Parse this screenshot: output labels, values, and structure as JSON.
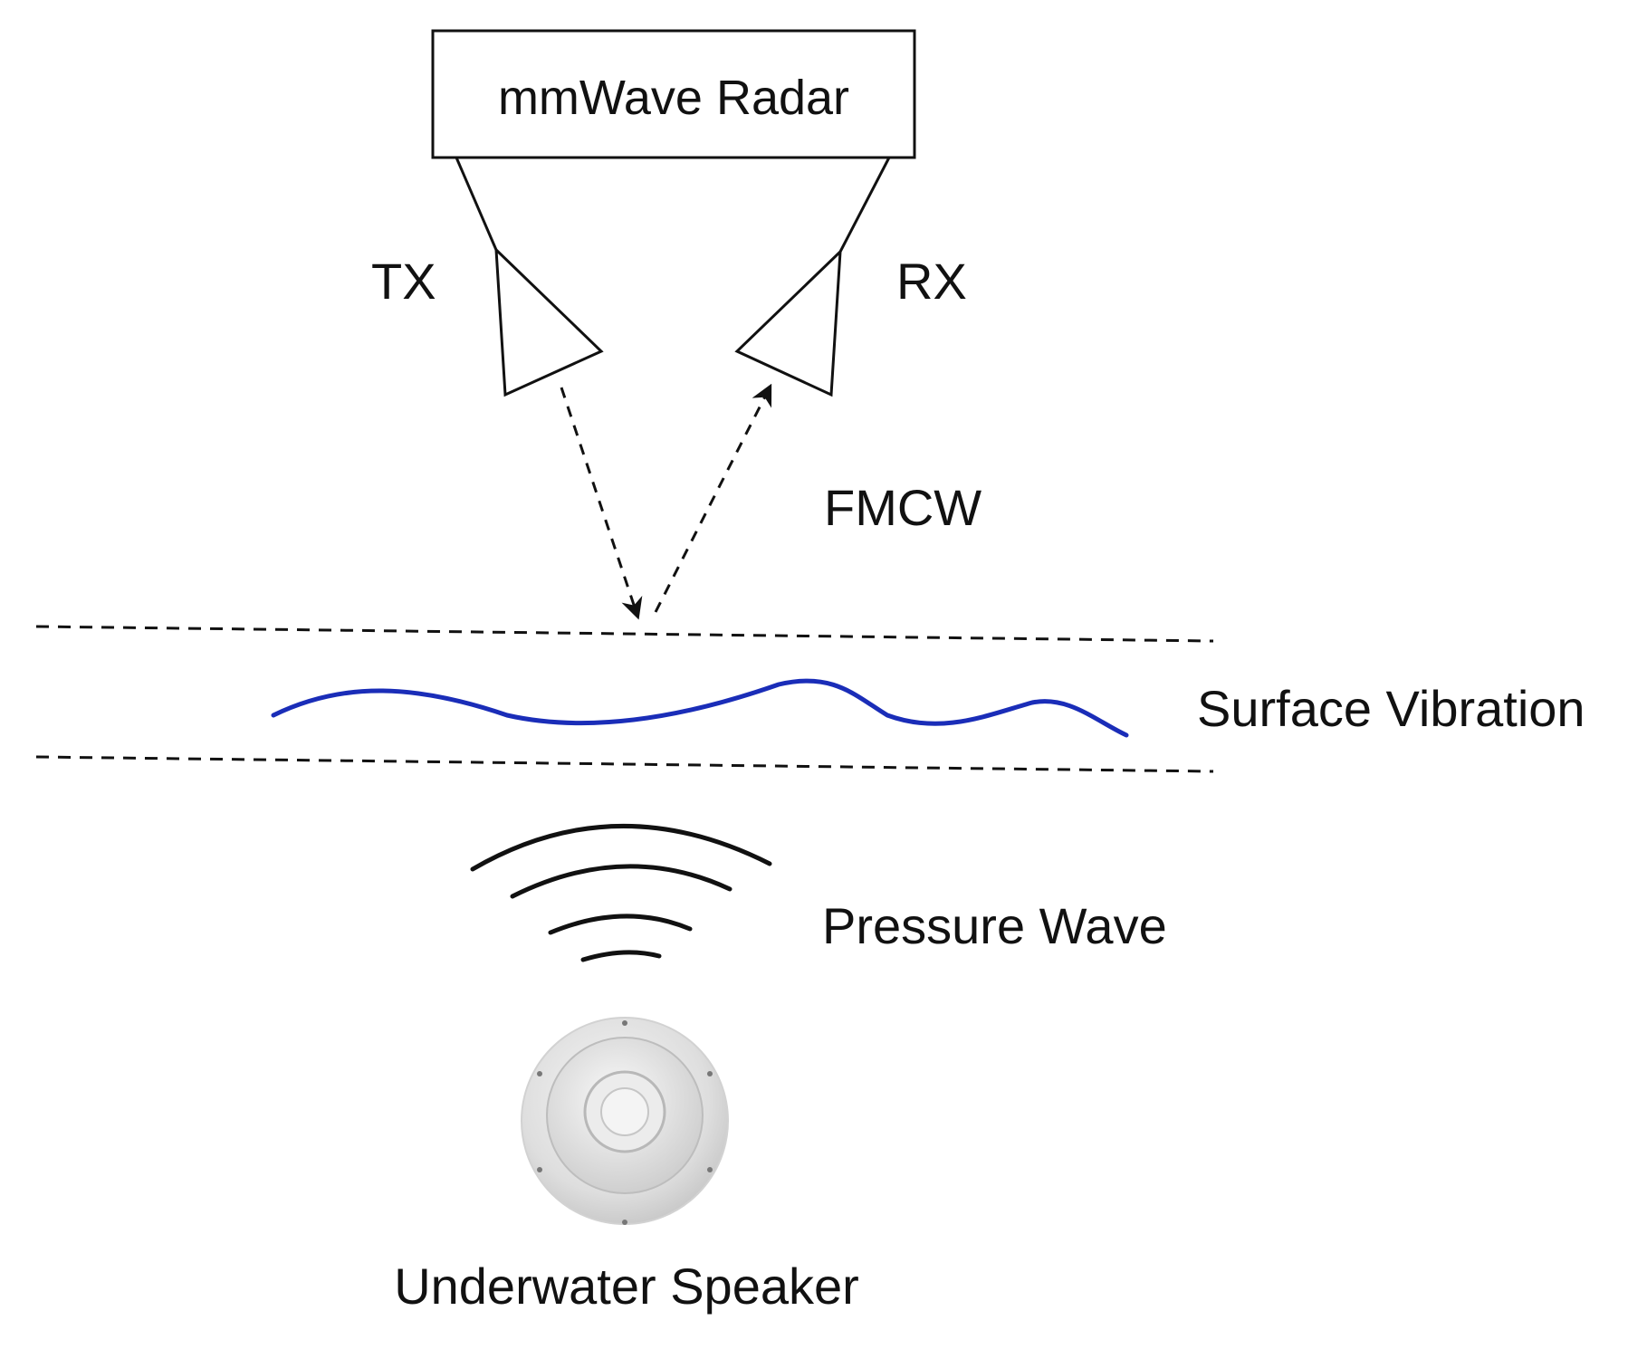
{
  "labels": {
    "radar": "mmWave Radar",
    "tx": "TX",
    "rx": "RX",
    "signal": "FMCW",
    "surface": "Surface Vibration",
    "pressure": "Pressure Wave",
    "speaker": "Underwater Speaker"
  },
  "colors": {
    "stroke": "#111111",
    "vibration": "#1a2db8",
    "speaker_face": "#e6e6e6"
  },
  "icons": {
    "speaker": "speaker-icon",
    "tx_antenna": "triangle-antenna-icon",
    "rx_antenna": "triangle-antenna-icon"
  }
}
